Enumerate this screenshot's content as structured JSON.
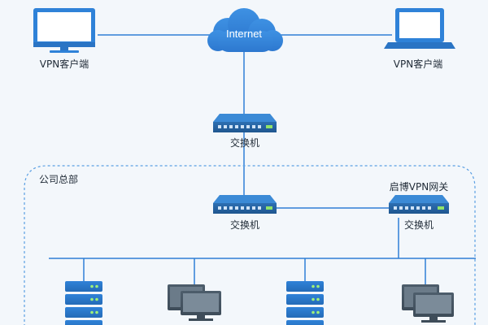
{
  "diagram": {
    "cloud_label": "Internet",
    "client_left_label": "VPN客户端",
    "client_right_label": "VPN客户端",
    "top_switch_label": "交换机",
    "hq_label": "公司总部",
    "hq_switch_label": "交换机",
    "vpn_gateway_caption": "启博VPN网关",
    "vpn_switch_label": "交换机",
    "colors": {
      "accent": "#2f7fd6",
      "line": "#2f7fd6",
      "device_dark": "#1f5d9a",
      "background": "#f3f7fb"
    }
  }
}
